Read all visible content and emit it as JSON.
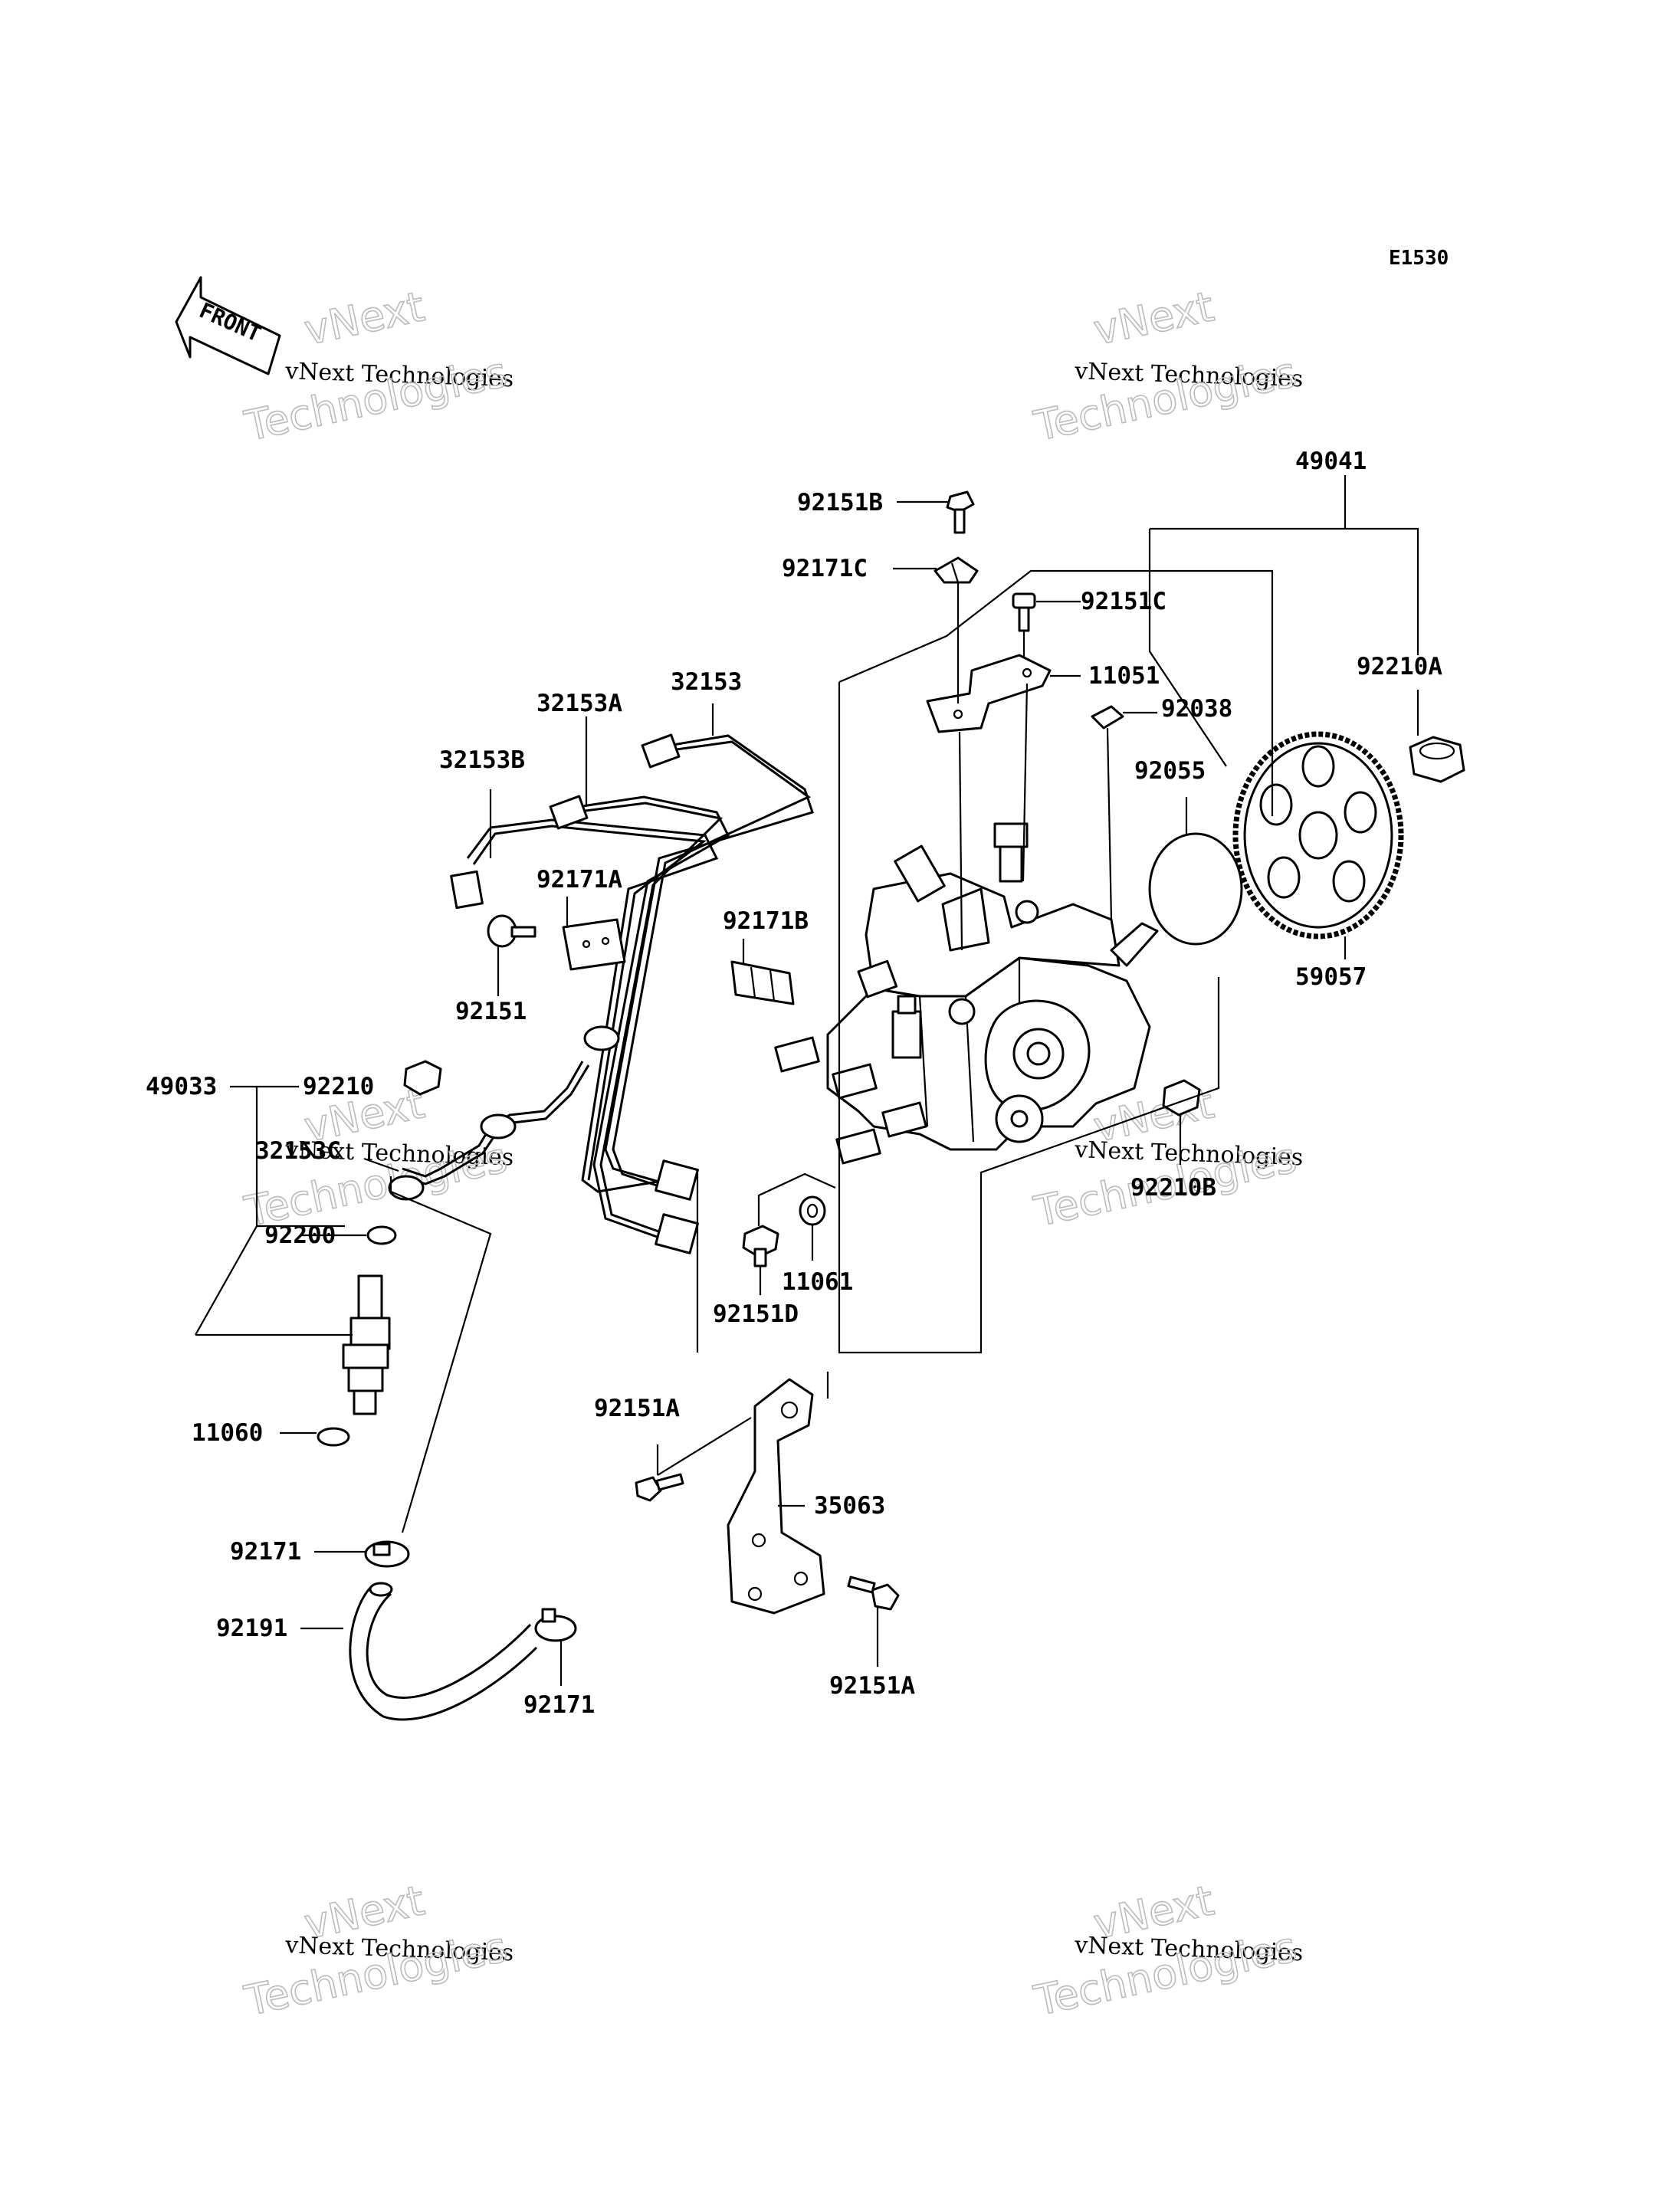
{
  "diagram_code": "E1530",
  "front_label": "FRONT",
  "watermark": {
    "line1": "vNext",
    "line2": "vNext Technologies",
    "line3": "Technologies"
  },
  "callouts": [
    {
      "id": "c-92151B",
      "label": "92151B"
    },
    {
      "id": "c-92171C",
      "label": "92171C"
    },
    {
      "id": "c-92151C",
      "label": "92151C"
    },
    {
      "id": "c-11051",
      "label": "11051"
    },
    {
      "id": "c-92038",
      "label": "92038"
    },
    {
      "id": "c-49041",
      "label": "49041"
    },
    {
      "id": "c-92210A",
      "label": "92210A"
    },
    {
      "id": "c-92055",
      "label": "92055"
    },
    {
      "id": "c-59057",
      "label": "59057"
    },
    {
      "id": "c-32153",
      "label": "32153"
    },
    {
      "id": "c-32153A",
      "label": "32153A"
    },
    {
      "id": "c-32153B",
      "label": "32153B"
    },
    {
      "id": "c-92171A",
      "label": "92171A"
    },
    {
      "id": "c-92171B",
      "label": "92171B"
    },
    {
      "id": "c-92151",
      "label": "92151"
    },
    {
      "id": "c-49033",
      "label": "49033"
    },
    {
      "id": "c-92210",
      "label": "92210"
    },
    {
      "id": "c-32153C",
      "label": "32153C"
    },
    {
      "id": "c-92200",
      "label": "92200"
    },
    {
      "id": "c-11060",
      "label": "11060"
    },
    {
      "id": "c-92210B",
      "label": "92210B"
    },
    {
      "id": "c-11061",
      "label": "11061"
    },
    {
      "id": "c-92151D",
      "label": "92151D"
    },
    {
      "id": "c-92151A-top",
      "label": "92151A"
    },
    {
      "id": "c-35063",
      "label": "35063"
    },
    {
      "id": "c-92151A-bottom",
      "label": "92151A"
    },
    {
      "id": "c-92171-left",
      "label": "92171"
    },
    {
      "id": "c-92191",
      "label": "92191"
    },
    {
      "id": "c-92171-bottom",
      "label": "92171"
    }
  ]
}
